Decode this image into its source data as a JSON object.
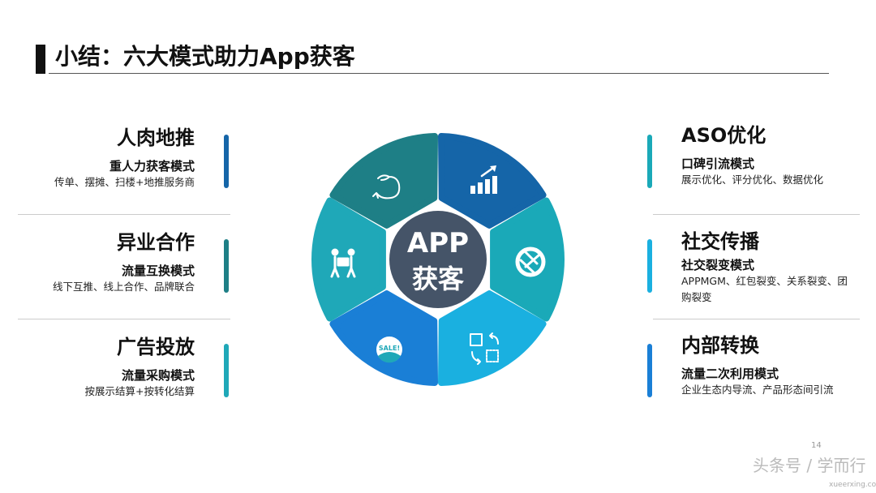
{
  "title": "小结：六大模式助力App获客",
  "center": {
    "line1": "APP",
    "line2": "获客",
    "color": "#455468"
  },
  "left_blocks": [
    {
      "title": "人肉地推",
      "subtitle": "重人力获客模式",
      "desc": "传单、摆摊、扫楼+地推服务商",
      "bar_color": "#1565a8"
    },
    {
      "title": "异业合作",
      "subtitle": "流量互换模式",
      "desc": "线下互推、线上合作、品牌联合",
      "bar_color": "#1e7f86"
    },
    {
      "title": "广告投放",
      "subtitle": "流量采购模式",
      "desc": "按展示结算+按转化结算",
      "bar_color": "#1fa8b8"
    }
  ],
  "right_blocks": [
    {
      "title": "ASO优化",
      "subtitle": "口碑引流模式",
      "desc": "展示优化、评分优化、数据优化",
      "bar_color": "#1aa9b8"
    },
    {
      "title": "社交传播",
      "subtitle": "社交裂变模式",
      "desc": "APPMGM、红包裂变、关系裂变、团购裂变",
      "bar_color": "#1ab0e0"
    },
    {
      "title": "内部转换",
      "subtitle": "流量二次利用模式",
      "desc": "企业生态内导流、产品形态间引流",
      "bar_color": "#1a7fd6"
    }
  ],
  "segments": [
    {
      "icon": "muscle-arm-icon",
      "color": "#1565a8"
    },
    {
      "icon": "growth-chart-icon",
      "color": "#1aa9b8"
    },
    {
      "icon": "shutter-share-icon",
      "color": "#1ab0e0"
    },
    {
      "icon": "swap-convert-icon",
      "color": "#1a7fd6"
    },
    {
      "icon": "sale-badge-icon",
      "color": "#1fa8b8",
      "label": "SALE!"
    },
    {
      "icon": "people-carry-box-icon",
      "color": "#1e7f86"
    }
  ],
  "page_number": "14",
  "watermark": {
    "text": "头条号 / 学而行",
    "url": "xueerxing.com"
  }
}
